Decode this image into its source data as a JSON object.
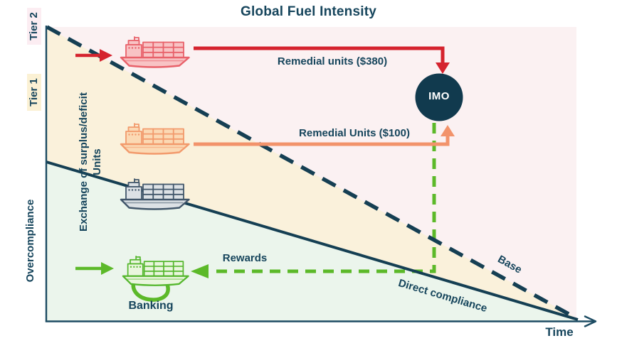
{
  "title": "Global Fuel Intensity",
  "axis": {
    "x_label": "Time"
  },
  "y_labels": {
    "tier2": "Tier 2",
    "tier1": "Tier 1",
    "overcompliance": "Overcompliance"
  },
  "lines": {
    "base_label": "Base",
    "direct_compliance_label": "Direct compliance"
  },
  "arrows": {
    "remedial_380_label": "Remedial units ($380)",
    "remedial_100_label": "Remedial Units ($100)",
    "rewards_label": "Rewards",
    "banking_label": "Banking",
    "exchange_label_line1": "Exchange of surplus/deficit",
    "exchange_label_line2": "Units"
  },
  "imo": {
    "label": "IMO"
  },
  "icons": [
    "tier2-ship-icon",
    "tier1-ship-icon",
    "direct-compliance-ship-icon",
    "overcompliance-ship-icon"
  ],
  "colors": {
    "navy_text": "#16455c",
    "line_navy": "#153f53",
    "imo_circle": "#113a4e",
    "red": "#d5232e",
    "orange": "#f2936b",
    "green": "#5cb929",
    "tier2_region": "#fbf1f2",
    "tier1_region": "#faf1db",
    "overcompliance_region": "#ebf5ec",
    "tier2_label_bg": "#fcedf2",
    "tier1_label_bg": "#fbf1d4",
    "ship_red_fill": "#f8c3c4",
    "ship_orange_fill": "#fbd9b4",
    "ship_navy_fill": "#dce1e5",
    "ship_green_fill": "#e9f6dd"
  }
}
